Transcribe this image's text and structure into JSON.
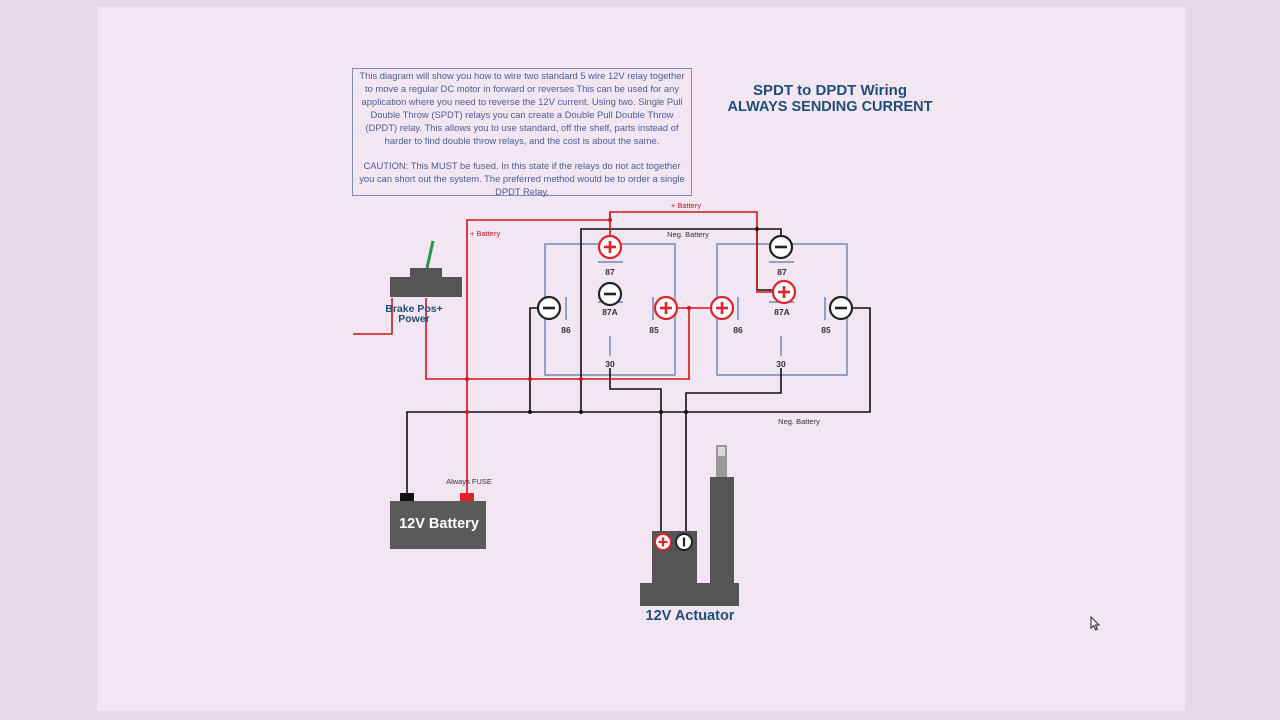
{
  "info_text": {
    "paragraph1": "This diagram will show you how to wire two standard 5 wire 12V relay together to move a regular DC motor in forward or reverses This can be used for any application where you need to reverse the 12V current. Using two. Single Pull Double Throw (SPDT) relays you can create a Double Pull Double Throw (DPDT) relay. This allows you to use standard, off the shelf, parts instead of harder to find double throw relays, and the cost is about the same.",
    "paragraph2": "CAUTION: This MUST be fused. In this state if the relays do not act together you can short out the system. The preferred method would be to order a single DPDT Relay."
  },
  "title": {
    "line1": "SPDT to DPDT Wiring",
    "line2": "ALWAYS SENDING CURRENT"
  },
  "wire_labels": {
    "battery_top": "+ Battery",
    "battery_left": "+ Battery",
    "neg_top": "Neg. Battery",
    "neg_bottom": "Neg. Battery",
    "fuse": "Always FUSE"
  },
  "relay1": {
    "pin87": "87",
    "pin87a": "87A",
    "pin86": "86",
    "pin85": "85",
    "pin30": "30"
  },
  "relay2": {
    "pin87": "87",
    "pin87a": "87A",
    "pin86": "86",
    "pin85": "85",
    "pin30": "30"
  },
  "brake_switch": {
    "label_line1": "Brake Pos+",
    "label_line2": "Power"
  },
  "battery": {
    "label": "12V Battery"
  },
  "actuator": {
    "label": "12V Actuator"
  },
  "colors": {
    "positive_wire": "#d0151c",
    "negative_wire": "#111111",
    "relay_outline": "#7389bb",
    "terminal_red": "#e0202a",
    "title_blue": "#1f4e79",
    "info_text": "#4a5f9a"
  }
}
